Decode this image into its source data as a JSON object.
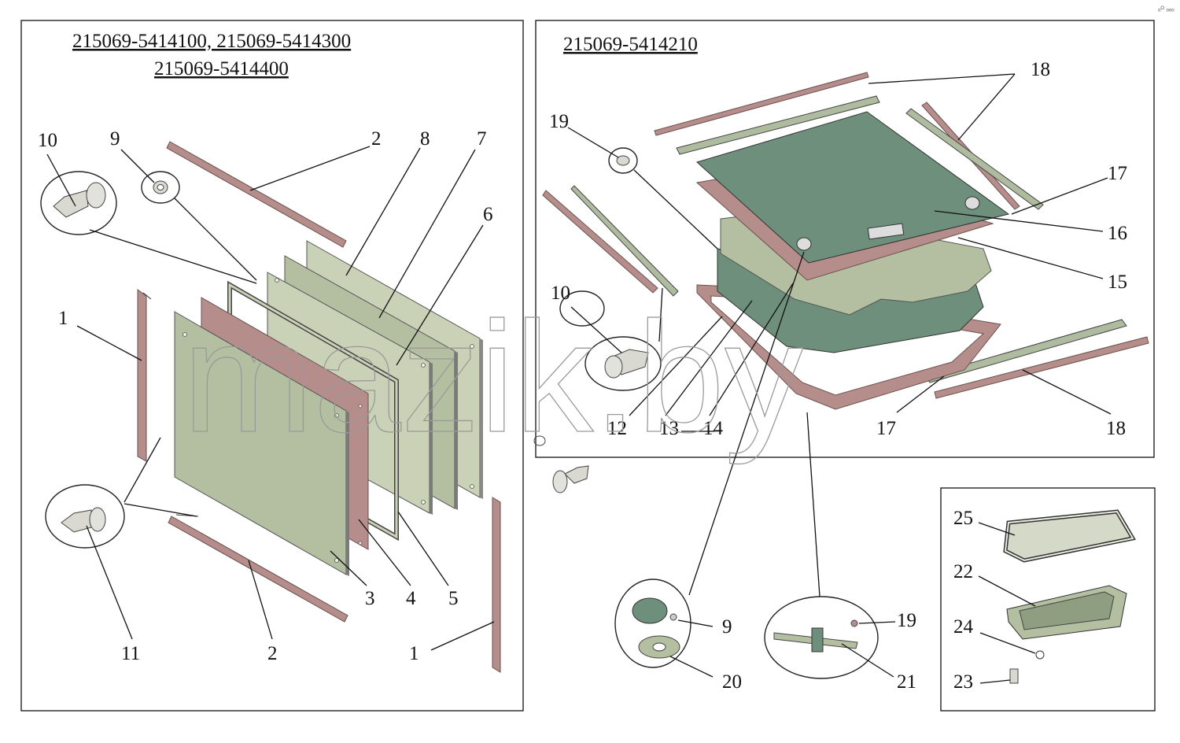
{
  "left_panel": {
    "title_line1": "215069-5414100, 215069-5414300",
    "title_line2": "215069-5414400"
  },
  "right_panel": {
    "title": "215069-5414210"
  },
  "watermark": "mazik.by",
  "corner_mark": "ₒᴼ ₒₒₒ",
  "labels": {
    "l_10": "10",
    "l_9": "9",
    "l_2_top": "2",
    "l_8": "8",
    "l_7": "7",
    "l_6": "6",
    "l_1_left": "1",
    "l_3": "3",
    "l_4": "4",
    "l_5": "5",
    "l_11": "11",
    "l_2_bottom": "2",
    "l_1_right": "1",
    "r_19_top": "19",
    "r_18_top": "18",
    "r_17_top": "17",
    "r_16": "16",
    "r_15": "15",
    "r_10": "10",
    "r_12": "12",
    "r_13": "13",
    "r_14": "14",
    "r_17_bottom": "17",
    "r_18_bottom": "18",
    "r_9": "9",
    "r_20": "20",
    "r_19_bottom": "19",
    "r_21": "21",
    "d_25": "25",
    "d_22": "22",
    "d_24": "24",
    "d_23": "23"
  },
  "colors": {
    "panel_green": "#b3bfa0",
    "seal_pink": "#b58d8b",
    "lid_dark_green": "#6d8f7c"
  }
}
